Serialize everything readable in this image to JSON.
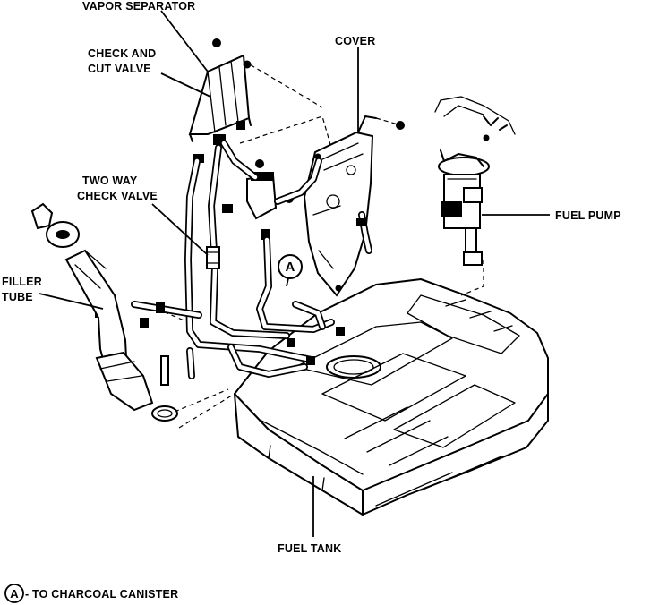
{
  "labels": {
    "vapor_separator": "VAPOR SEPARATOR",
    "check_cut_1": "CHECK AND",
    "check_cut_2": "CUT VALVE",
    "cover": "COVER",
    "two_way_1": "TWO WAY",
    "two_way_2": "CHECK VALVE",
    "fuel_pump": "FUEL PUMP",
    "filler_1": "FILLER",
    "filler_2": "TUBE",
    "fuel_tank": "FUEL TANK"
  },
  "callout": {
    "letter": "A"
  },
  "legend": {
    "letter": "A",
    "text": "- TO CHARCOAL CANISTER"
  }
}
